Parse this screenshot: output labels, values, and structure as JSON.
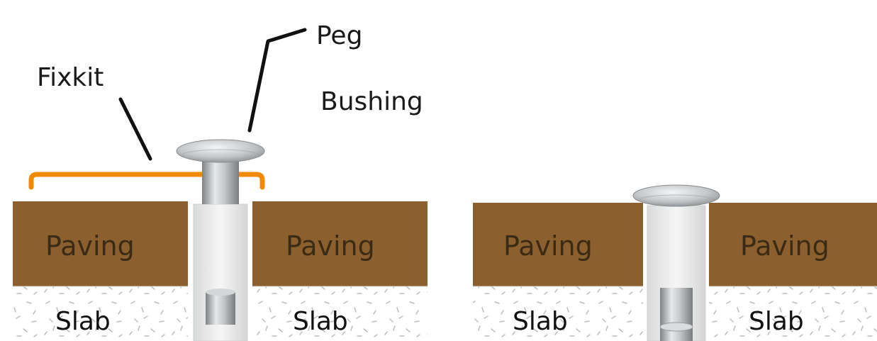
{
  "labels": {
    "peg": "Peg",
    "fixkit": "Fixkit",
    "bushing": "Bushing"
  },
  "left_assembly": {
    "paving_left": "Paving",
    "paving_right": "Paving",
    "slab_left": "Slab",
    "slab_right": "Slab"
  },
  "right_assembly": {
    "paving_left": "Paving",
    "paving_right": "Paving",
    "slab_left": "Slab",
    "slab_right": "Slab"
  },
  "colors": {
    "paving": "#8b5f2e",
    "fixkit": "#f08a00",
    "slab_speckle": "#bdbdbd",
    "bushing": "#ebebeb",
    "peg_metal": "#b5b5b5"
  }
}
